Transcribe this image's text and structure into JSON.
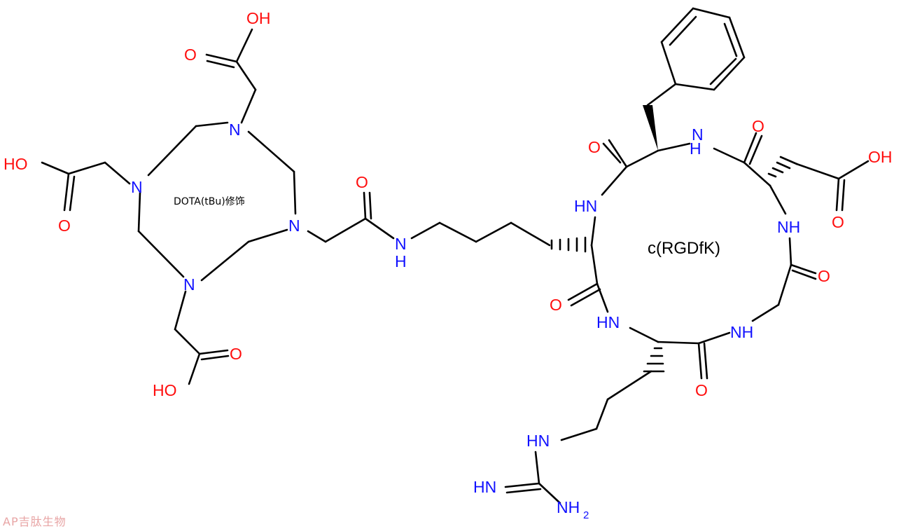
{
  "molecule": {
    "caption_dota": "DOTA(tBu)修饰",
    "caption_peptide": "c(RGDfK)"
  },
  "atoms": {
    "oh": "OH",
    "ho": "HO",
    "o": "O",
    "n": "N",
    "nh": "NH",
    "hn": "HN",
    "h": "H",
    "nh2_n": "NH",
    "nh2_sub": "2"
  },
  "colors": {
    "oxygen": "#ff0d0d",
    "nitrogen": "#1010ff",
    "bond": "#000000",
    "watermark": "#e8a5a5"
  },
  "watermark": {
    "text": "AP吉肽生物"
  }
}
